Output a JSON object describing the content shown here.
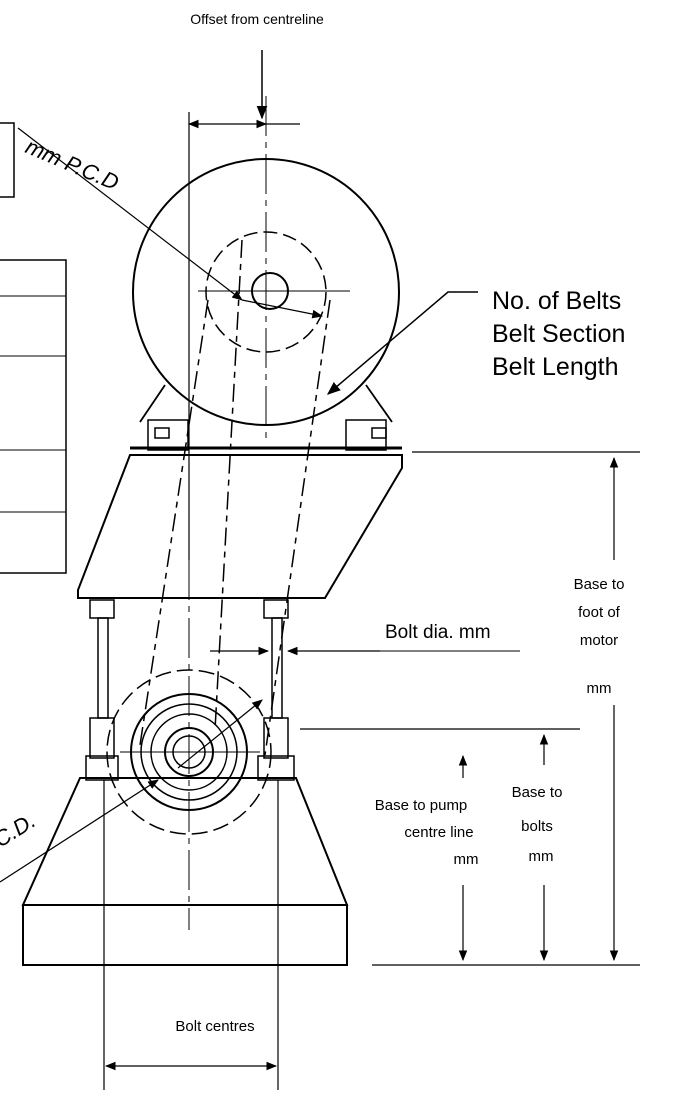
{
  "labels": {
    "offset_from_centreline": "Offset from centreline",
    "motor_pcd_label": "mm P.C.D",
    "belts_no": "No. of Belts",
    "belts_section": "Belt Section",
    "belts_length": "Belt Length",
    "base_to_foot_line1": "Base to",
    "base_to_foot_line2": "foot of",
    "base_to_foot_line3": "motor",
    "base_to_foot_unit": "mm",
    "bolt_dia": "Bolt dia. mm",
    "base_to_pump_line1": "Base to pump",
    "base_to_pump_line2": "centre line",
    "base_to_pump_unit": "mm",
    "base_to_bolts_line1": "Base to",
    "base_to_bolts_line2": "bolts",
    "base_to_bolts_unit": "mm",
    "bolt_centres": "Bolt centres",
    "pump_pcd_label": "C.D."
  },
  "colors": {
    "ink": "#000000",
    "background": "#ffffff"
  }
}
